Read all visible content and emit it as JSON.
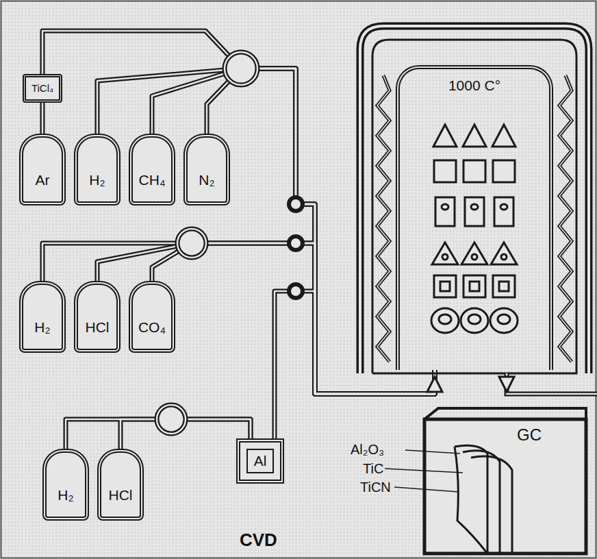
{
  "diagram": {
    "nodes": [
      {
        "text": [
          "TiCl₄"
        ]
      },
      {
        "text": [
          "Ar"
        ]
      },
      {
        "text": [
          "H₂"
        ]
      },
      {
        "text": [
          "CH₄"
        ]
      },
      {
        "text": [
          "N₂"
        ]
      },
      {
        "text": [
          "H₂"
        ]
      },
      {
        "text": [
          "HCl"
        ]
      },
      {
        "text": [
          "CO₄"
        ]
      },
      {
        "text": [
          "H₂"
        ]
      },
      {
        "text": [
          "HCl"
        ]
      },
      {
        "text": [
          "Al"
        ]
      },
      {
        "text": [
          "1000 C°"
        ]
      },
      {
        "text": [
          "GC"
        ]
      }
    ],
    "edges": [
      {
        "from": 1,
        "to": 0,
        "arrow": "none"
      },
      {
        "from": 0,
        "to": 11,
        "arrow": "none"
      },
      {
        "from": 2,
        "to": 11,
        "arrow": "none"
      },
      {
        "from": 3,
        "to": 11,
        "arrow": "none"
      },
      {
        "from": 4,
        "to": 11,
        "arrow": "none"
      },
      {
        "from": 5,
        "to": 11,
        "arrow": "none"
      },
      {
        "from": 6,
        "to": 11,
        "arrow": "none"
      },
      {
        "from": 7,
        "to": 11,
        "arrow": "none"
      },
      {
        "from": 8,
        "to": 10,
        "arrow": "none"
      },
      {
        "from": 9,
        "to": 10,
        "arrow": "none"
      },
      {
        "from": 10,
        "to": 11,
        "arrow": "none"
      }
    ],
    "labels": [
      "Al₂O₃",
      "TiC",
      "TiCN",
      "CVD"
    ]
  }
}
